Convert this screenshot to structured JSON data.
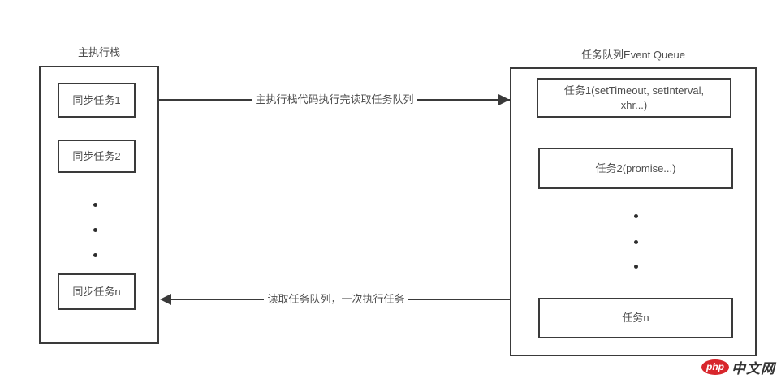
{
  "left_panel": {
    "title": "主执行栈",
    "items": [
      {
        "label": "同步任务1"
      },
      {
        "label": "同步任务2"
      },
      {
        "label": "同步任务n"
      }
    ]
  },
  "right_panel": {
    "title": "任务队列Event Queue",
    "items": [
      {
        "label": "任务1(setTimeout, setInterval, xhr...)"
      },
      {
        "label": "任务2(promise...)"
      },
      {
        "label": "任务n"
      }
    ]
  },
  "arrows": {
    "to_queue_label": "主执行栈代码执行完读取任务队列",
    "to_stack_label": "读取任务队列，一次执行任务"
  },
  "watermark": {
    "logo": "php",
    "name": "中文网"
  },
  "colors": {
    "line": "#3a3a3a",
    "text": "#4d4d4d",
    "logo_red": "#d8262c"
  }
}
